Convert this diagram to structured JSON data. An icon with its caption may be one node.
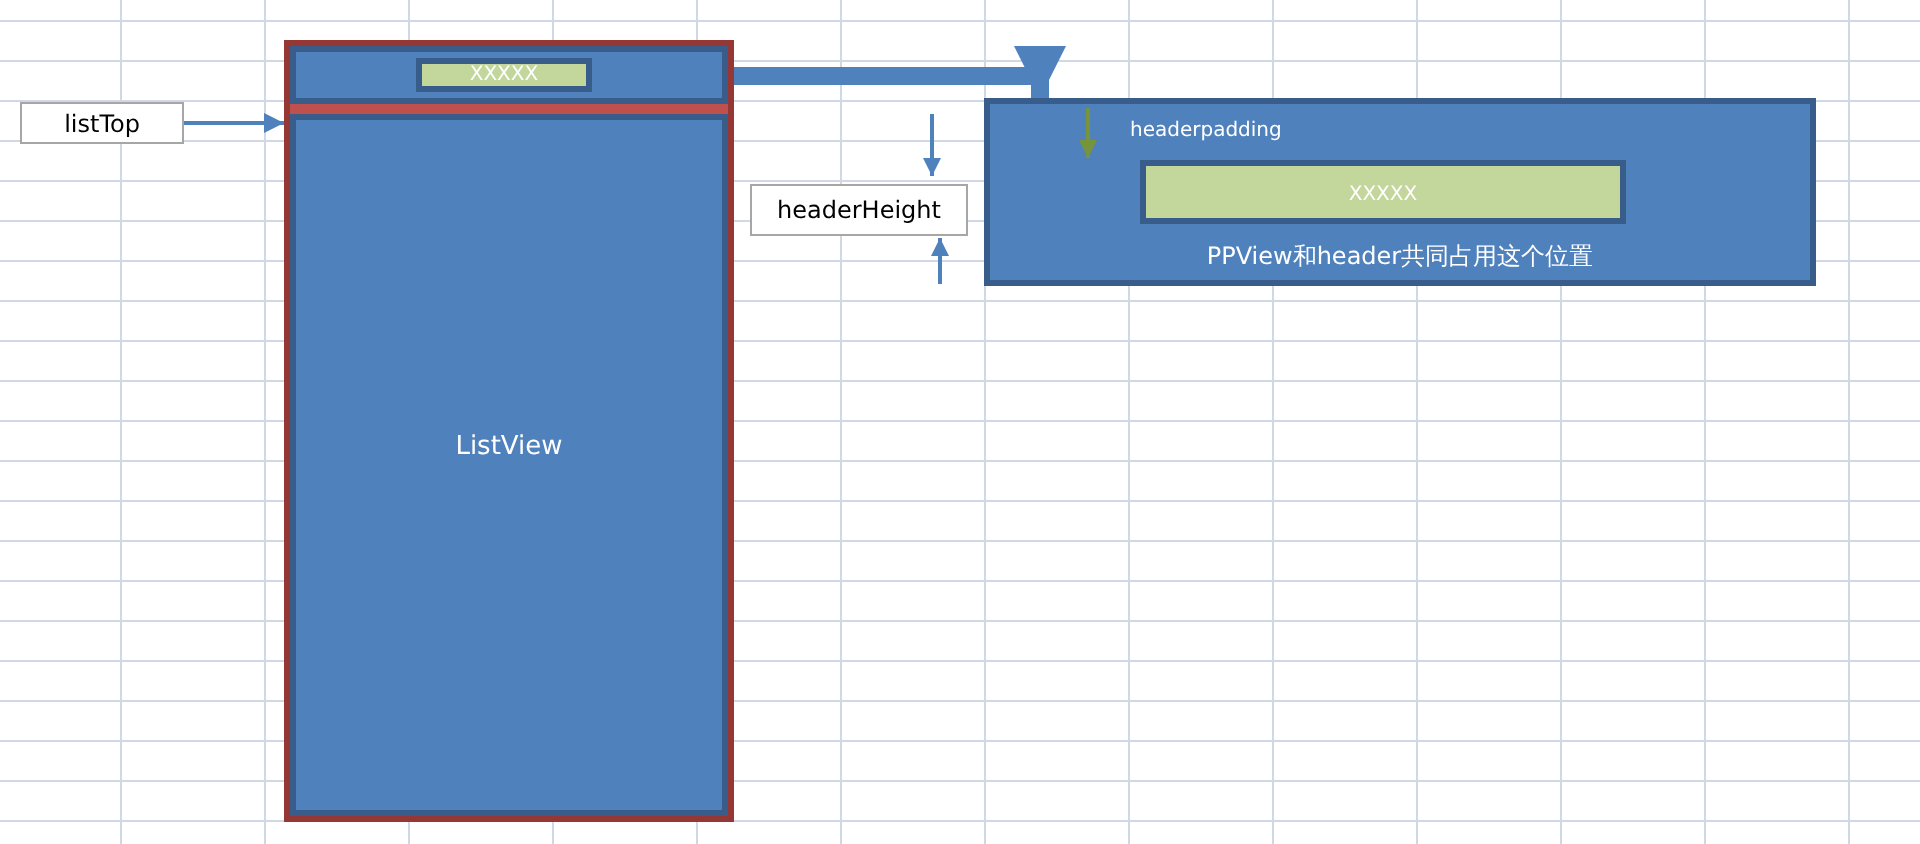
{
  "diagram": {
    "nodes": [
      {
        "text": [],
        "shape": "box"
      },
      {
        "text": [],
        "shape": "box",
        "in": 0
      },
      {
        "text": [
          "XXXXX"
        ],
        "in": 1
      },
      {
        "text": [
          "ListView"
        ],
        "in": 0
      },
      {
        "text": [
          "listTop"
        ]
      },
      {
        "text": [
          "headerpadding",
          "PPView和header共同占用这个位置"
        ]
      },
      {
        "text": [
          "XXXXX"
        ],
        "in": 5
      },
      {
        "text": [
          "headerHeight"
        ]
      }
    ],
    "edges": [
      {
        "from": 4,
        "to": 0,
        "arrow": "to"
      },
      {
        "from": 0,
        "to": 5,
        "arrow": "to",
        "style": "thick"
      }
    ]
  }
}
